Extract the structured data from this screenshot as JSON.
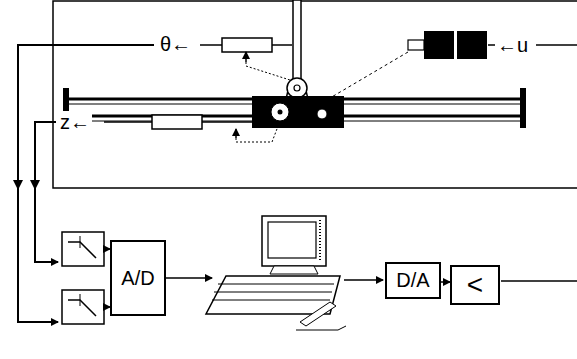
{
  "diagram": {
    "nodes": [
      {
        "text": [
          "A/D"
        ]
      },
      {
        "text": [
          "D/A"
        ]
      },
      {
        "text": [
          "<"
        ]
      }
    ],
    "edges": [
      {
        "from": 1,
        "to": 2,
        "arrow": "to"
      }
    ],
    "labels": [
      "θ←",
      "←u",
      "z←"
    ]
  }
}
